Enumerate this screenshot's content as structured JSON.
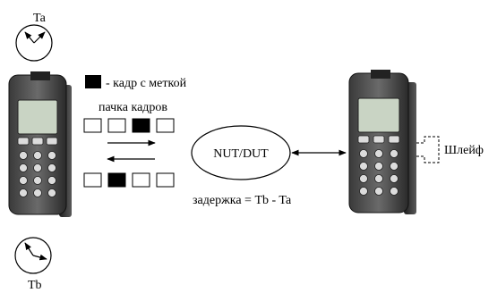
{
  "clock_top": {
    "label": "Ta"
  },
  "clock_bottom": {
    "label": "Tb"
  },
  "legend": {
    "text": "- кадр с меткой"
  },
  "burst": {
    "label": "пачка кадров"
  },
  "cloud": {
    "label": "NUT/DUT"
  },
  "delay": {
    "formula": "задержка = Tb - Ta"
  },
  "loopback": {
    "label": "Шлейф"
  },
  "frames_top": [
    false,
    false,
    true,
    false
  ],
  "frames_bottom": [
    false,
    true,
    false,
    false
  ]
}
